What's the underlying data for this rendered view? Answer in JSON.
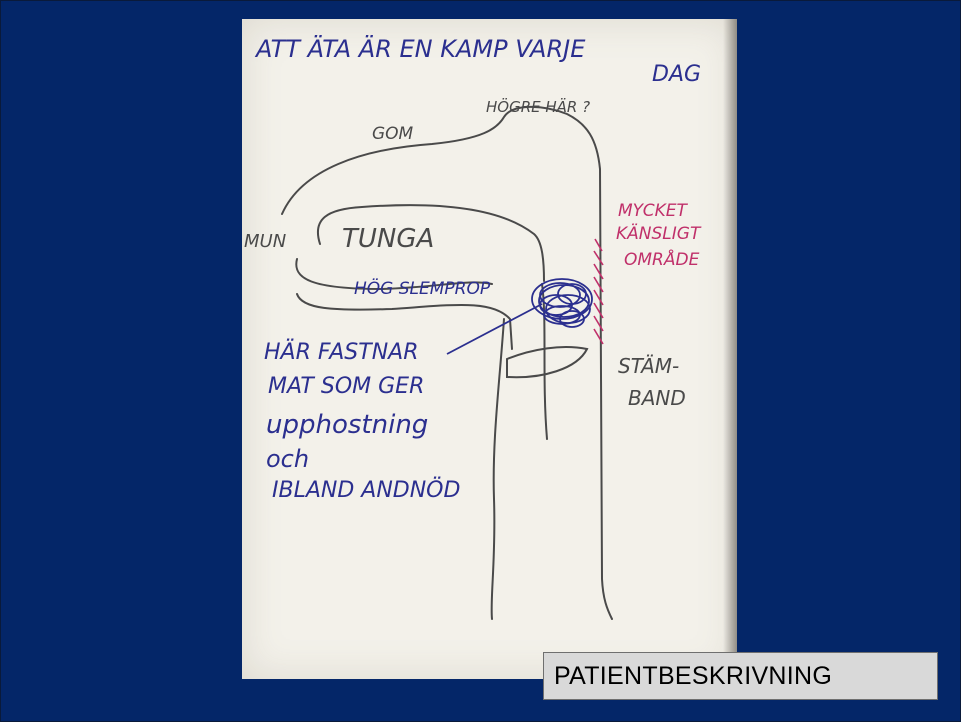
{
  "slide": {
    "background_color": "#042668",
    "caption": "PATIENTBESKRIVNING"
  },
  "drawing": {
    "title_line1": "ATT ÄTA ÄR EN KAMP VARJE",
    "title_line2": "DAG",
    "label_hogre_har": "HÖGRE HÄR ?",
    "label_gom": "GOM",
    "label_mun": "MUN",
    "label_tunga": "TUNGA",
    "label_hog_slemprop": "HÖG SLEMPROP",
    "label_mycket": "MYCKET",
    "label_kansligt": "KÄNSLIGT",
    "label_omrade": "OMRÅDE",
    "label_stamband_1": "STÄM-",
    "label_stamband_2": "BAND",
    "note_line1": "HÄR FASTNAR",
    "note_line2": "MAT SOM GER",
    "note_line3": "upphostning",
    "note_line4": "och",
    "note_line5": "IBLAND ANDNÖD",
    "ink_colors": {
      "blue": "#2b2f8f",
      "pencil": "#4a4a4a",
      "pink": "#c0306a"
    }
  }
}
